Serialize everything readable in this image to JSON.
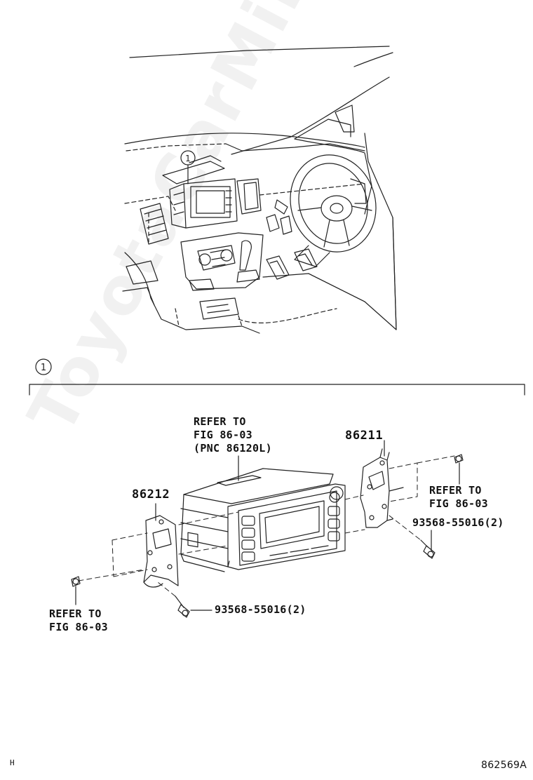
{
  "watermark": "ToyotaCarMine.ru",
  "callout_number": "1",
  "labels": {
    "refer_top_line1": "REFER TO",
    "refer_top_line2": "FIG 86-03",
    "refer_top_line3": "(PNC 86120L)",
    "part_86211": "86211",
    "part_86212": "86212",
    "refer_right_line1": "REFER TO",
    "refer_right_line2": "FIG 86-03",
    "screw_right": "93568-55016(2)",
    "screw_bottom": "93568-55016(2)",
    "refer_left_line1": "REFER TO",
    "refer_left_line2": "FIG 86-03"
  },
  "footer": {
    "corner_mark": "H",
    "diagram_id": "862569A"
  }
}
